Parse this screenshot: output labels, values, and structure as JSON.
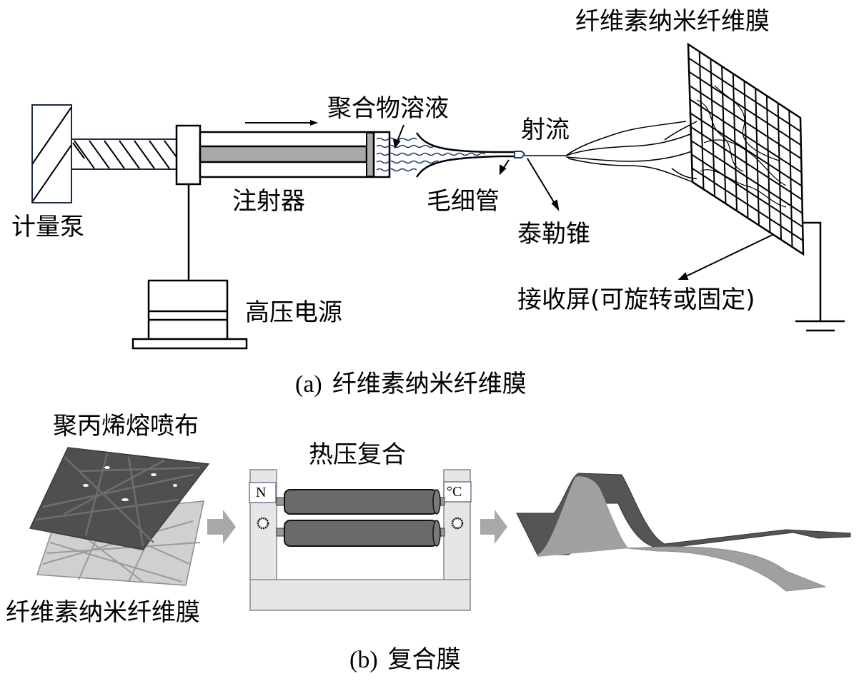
{
  "panel_a": {
    "caption_prefix": "(a)",
    "caption_text": "纤维素纳米纤维膜",
    "labels": {
      "pump": "计量泵",
      "syringe": "注射器",
      "polymer_solution": "聚合物溶液",
      "capillary": "毛细管",
      "jet": "射流",
      "taylor_cone": "泰勒锥",
      "power_supply": "高压电源",
      "collector": "接收屏(可旋转或固定)",
      "membrane": "纤维素纳米纤维膜"
    }
  },
  "panel_b": {
    "caption_prefix": "(b)",
    "caption_text": "复合膜",
    "labels": {
      "pp_meltblown": "聚丙烯熔喷布",
      "cellulose_membrane": "纤维素纳米纤维膜",
      "hot_press": "热压复合",
      "pressure_unit": "N",
      "temperature_unit": "°C"
    }
  },
  "colors": {
    "line": "#000000",
    "plunger_fill": "#a9a9a9",
    "solution_wave": "#1f3a6e",
    "pp_layer": "#4f4f4f",
    "cellulose_layer": "#c8c8c8",
    "frame_fill": "#e6e6e6",
    "roller_fill": "#6a6a6a",
    "arrow_fill": "#a8a8a8",
    "ribbon_dark": "#505050",
    "ribbon_light": "#a0a0a0"
  }
}
